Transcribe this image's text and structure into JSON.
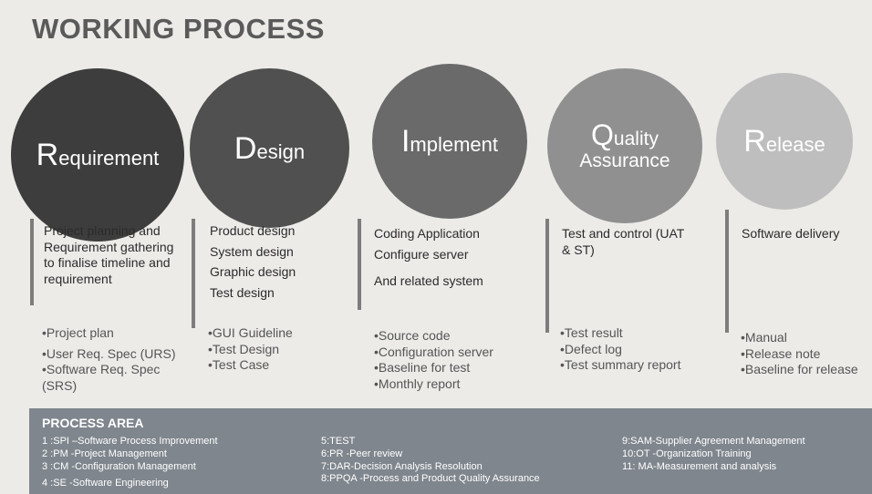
{
  "title": "WORKING PROCESS",
  "stages": [
    {
      "initial": "R",
      "rest": "equirement"
    },
    {
      "initial": "D",
      "rest": "esign"
    },
    {
      "initial": "I",
      "rest": "mplement"
    },
    {
      "initial": "Q",
      "rest1": "uality",
      "rest2": "Assurance"
    },
    {
      "initial": "R",
      "rest": "elease"
    }
  ],
  "activities": [
    [
      "Project planning and Requirement gathering to finalise timeline and requirement"
    ],
    [
      "Product design",
      "System design",
      "Graphic design",
      "Test design"
    ],
    [
      "Coding Application",
      "Configure server",
      "And related system"
    ],
    [
      "Test and control (UAT & ST)"
    ],
    [
      "Software delivery"
    ]
  ],
  "deliverables": [
    [
      "•Project plan",
      "•User Req. Spec (URS)",
      "•Software Req. Spec (SRS)"
    ],
    [
      "•GUI Guideline",
      "•Test Design",
      "•Test Case"
    ],
    [
      "•Source code",
      "•Configuration server",
      "•Baseline for test",
      "•Monthly report"
    ],
    [
      "•Test result",
      "•Defect log",
      "•Test summary report"
    ],
    [
      "•Manual",
      "•Release note",
      "•Baseline for release"
    ]
  ],
  "process_area": {
    "title": "PROCESS AREA",
    "col1": [
      "1 :SPI –Software Process Improvement",
      "2 :PM -Project Management",
      "3 :CM -Configuration Management",
      "4 :SE -Software Engineering"
    ],
    "col2": [
      "5:TEST",
      "6:PR -Peer review",
      "7:DAR-Decision Analysis Resolution",
      "8:PPQA -Process and Product Quality Assurance"
    ],
    "col3": [
      "9:SAM-Supplier Agreement Management",
      "10:OT -Organization Training",
      "11: MA-Measurement and analysis"
    ]
  }
}
